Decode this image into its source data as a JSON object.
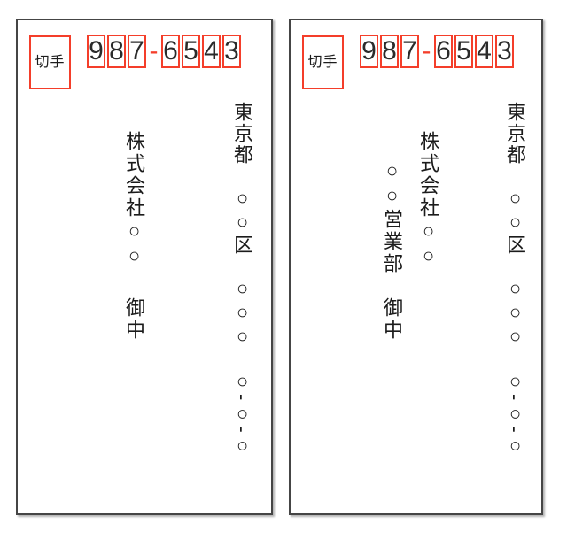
{
  "colors": {
    "accent_red": "#f43e2a",
    "envelope_border": "#454545",
    "text": "#1b1b1b"
  },
  "envelopes": [
    {
      "id": "company-only",
      "stamp_label": "切手",
      "postal": {
        "digits": [
          "9",
          "8",
          "7",
          "6",
          "5",
          "4",
          "3"
        ],
        "separator": "-"
      },
      "address": "東京都　○○区　○○○　○-○-○",
      "company": "株式会社○○",
      "honorific": "御中"
    },
    {
      "id": "company-with-department",
      "stamp_label": "切手",
      "postal": {
        "digits": [
          "9",
          "8",
          "7",
          "6",
          "5",
          "4",
          "3"
        ],
        "separator": "-"
      },
      "address": "東京都　○○区　○○○　○-○-○",
      "company": "株式会社○○",
      "department": "○○営業部",
      "honorific": "御中"
    }
  ]
}
